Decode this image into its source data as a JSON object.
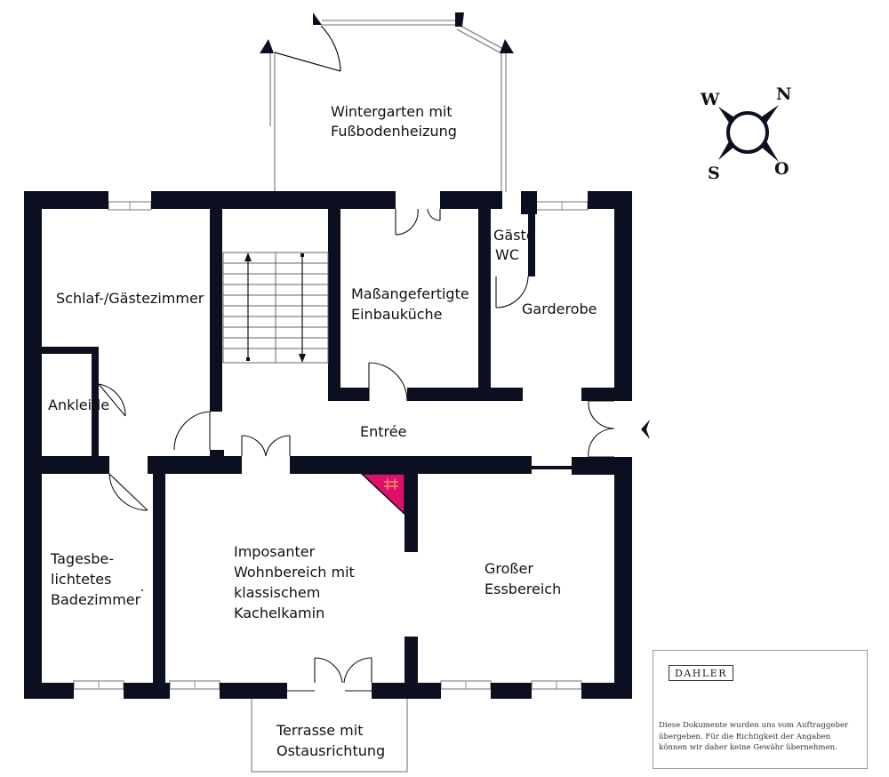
{
  "rooms": {
    "wintergarten": [
      "Wintergarten mit",
      "Fußbodenheizung"
    ],
    "schlaf": [
      "Schlaf-/Gästezimmer"
    ],
    "kueche": [
      "Maßangefertigte",
      "Einbauküche"
    ],
    "gaeste_wc": [
      "Gäste",
      "WC"
    ],
    "garderobe": [
      "Garderobe"
    ],
    "ankleide": [
      "Ankleide"
    ],
    "entree": [
      "Entrée"
    ],
    "bad": [
      "Tagesbe-",
      "lichtetes",
      "Badezimmer"
    ],
    "wohnbereich": [
      "Imposanter",
      "Wohnbereich mit",
      "klassischem",
      "Kachelkamin"
    ],
    "essbereich": [
      "Großer",
      "Essbereich"
    ],
    "terrasse": [
      "Terrasse mit",
      "Ostausrichtung"
    ]
  },
  "compass": {
    "west": "W",
    "north": "N",
    "south": "S",
    "east": "O"
  },
  "colors": {
    "wall": "#0c0f1f",
    "fireplace": "#e0106a",
    "window": "#9a9a9a"
  },
  "logo": "DAHLER",
  "disclaimer": [
    "Diese Dokumente wurden uns vom Auftraggeber",
    "übergeben. Für die Richtigkeit der Angaben",
    "können wir daher keine Gewähr übernehmen."
  ]
}
